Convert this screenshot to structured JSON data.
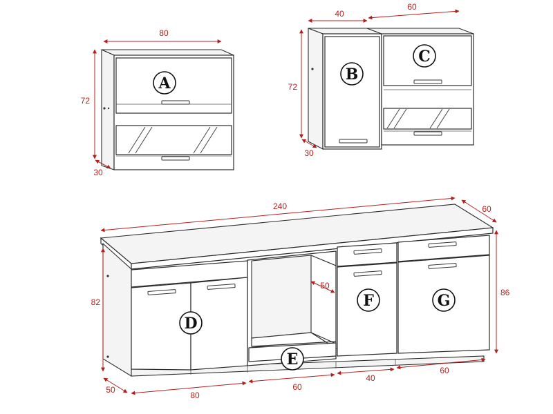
{
  "units": [
    {
      "id": "A",
      "label": "A"
    },
    {
      "id": "B",
      "label": "B"
    },
    {
      "id": "C",
      "label": "C"
    },
    {
      "id": "D",
      "label": "D"
    },
    {
      "id": "E",
      "label": "E"
    },
    {
      "id": "F",
      "label": "F"
    },
    {
      "id": "G",
      "label": "G"
    }
  ],
  "dimensions": {
    "a_width": "80",
    "a_height": "72",
    "a_depth": "30",
    "bc_b_width": "40",
    "bc_c_width": "60",
    "bc_height": "72",
    "bc_depth": "30",
    "base_total_width": "240",
    "base_depth_top": "60",
    "base_height_left": "82",
    "base_height_right": "86",
    "oven_depth": "50",
    "base_depth_bottom": "50",
    "d_width": "80",
    "e_width": "60",
    "f_width": "40",
    "g_width": "60"
  },
  "colors": {
    "dimension": "#b3201c",
    "outline": "#2b2b2b"
  }
}
